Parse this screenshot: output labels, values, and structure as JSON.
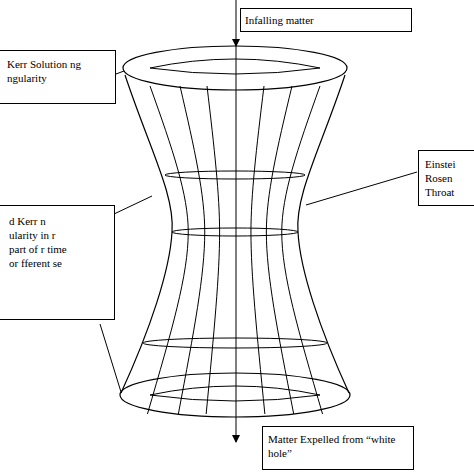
{
  "diagram": {
    "nodes": [
      {
        "text": [
          "Infalling matter"
        ]
      },
      {
        "text": [
          "Kerr Solution ng ngularity"
        ]
      },
      {
        "text": [
          "Einstei Rosen Throat"
        ]
      },
      {
        "text": [
          "d Kerr n ularity in r part of r time or fferent se"
        ]
      },
      {
        "text": [
          "Matter Expelled from “white hole”"
        ]
      }
    ]
  }
}
